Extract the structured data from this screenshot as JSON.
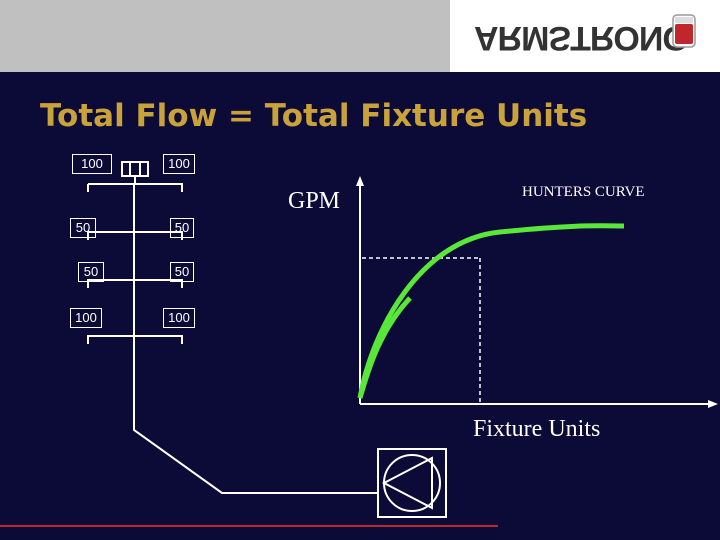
{
  "header": {
    "logo_text": "ARMSTRONG",
    "brand_color": "#c0c0c0",
    "accent_color": "#c9a23a",
    "background_color": "#0c0a36"
  },
  "title": "Total Flow = Total Fixture Units",
  "riser": {
    "top_left_units": "100",
    "top_right_units": "100",
    "floors": [
      {
        "left_units": "50",
        "right_units": "50"
      },
      {
        "left_units": "50",
        "right_units": "50"
      },
      {
        "left_units": "100",
        "right_units": "100"
      }
    ]
  },
  "chart": {
    "y_label": "GPM",
    "curve_label": "HUNTERS  CURVE",
    "x_label": "Fixture Units",
    "curve_color": "#59e83a"
  },
  "pump_icon": "pump-icon"
}
